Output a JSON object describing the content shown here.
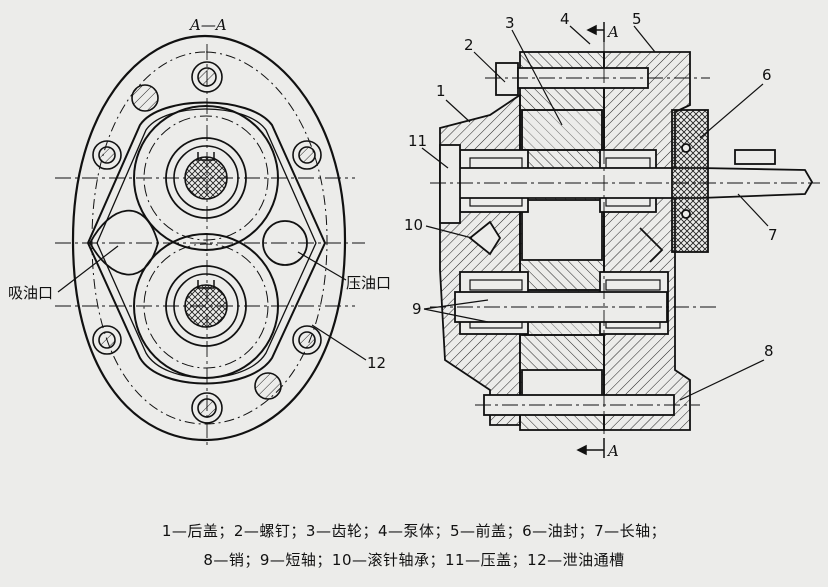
{
  "section_label": "A—A",
  "section_letter": "A",
  "left_view": {
    "suction_port": "吸油口",
    "pressure_port": "压油口",
    "groove_number": "12"
  },
  "right_view": {
    "callouts": [
      "1",
      "2",
      "3",
      "4",
      "5",
      "6",
      "7",
      "8",
      "9",
      "10",
      "11"
    ]
  },
  "caption": {
    "line1": "1—后盖；2—螺钉；3—齿轮；4—泵体；5—前盖；6—油封；7—长轴；",
    "line2": "8—销；9—短轴；10—滚针轴承；11—压盖；12—泄油通槽"
  }
}
